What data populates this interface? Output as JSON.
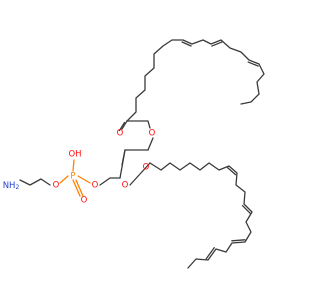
{
  "colors": {
    "carbon": "#3a3a3a",
    "oxygen": "#ff0d0d",
    "nitrogen": "#2040d8",
    "phosphorus": "#ff8000",
    "background": "#ffffff"
  },
  "atoms": {
    "carbonyl_o_upper": "O",
    "ester_o_upper": "O",
    "carbonyl_o_lower": "O",
    "ester_o_lower": "O",
    "phosphate_o_left": "O",
    "phosphate_o_right": "O",
    "phosphate_o_double": "O",
    "phosphorus": "P",
    "hydroxyl": "OH",
    "amine": "NH",
    "amine_subscript": "2"
  }
}
